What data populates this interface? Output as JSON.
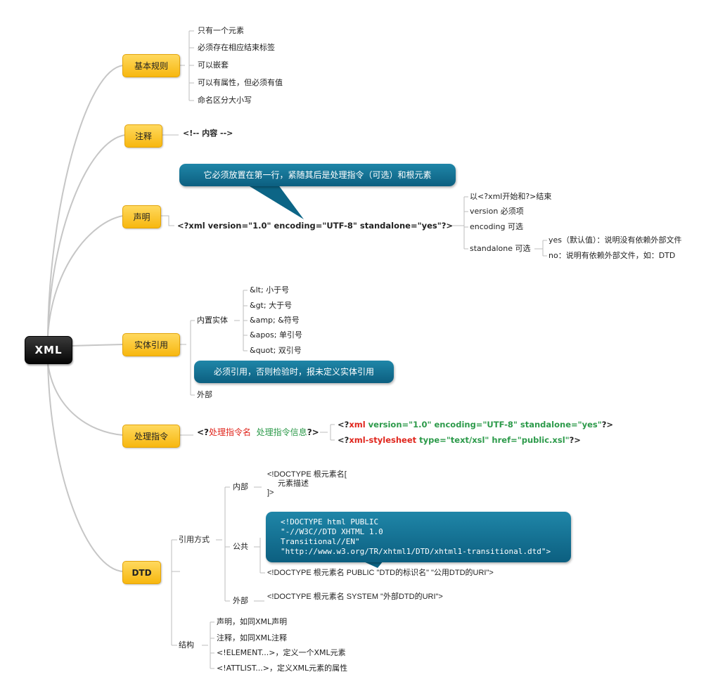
{
  "root": "XML",
  "topics": {
    "basic": "基本规则",
    "comment": "注释",
    "declaration": "声明",
    "entity": "实体引用",
    "pi": "处理指令",
    "dtd": "DTD"
  },
  "basic_rules": [
    "只有一个元素",
    "必须存在相应结束标签",
    "可以嵌套",
    "可以有属性，但必须有值",
    "命名区分大小写"
  ],
  "comment_syntax": "<!-- 内容 -->",
  "declaration": {
    "callout": "它必须放置在第一行，紧随其后是处理指令（可选）和根元素",
    "example": "<?xml version=\"1.0\" encoding=\"UTF-8\" standalone=\"yes\"?>",
    "items": [
      "以<?xml开始和?>结束",
      "version 必须项",
      "encoding 可选",
      "standalone 可选"
    ],
    "standalone_options": [
      "yes（默认值）：说明没有依赖外部文件",
      "no：说明有依赖外部文件，如：DTD"
    ]
  },
  "entity": {
    "builtin_label": "内置实体",
    "builtin": [
      "&lt; 小于号",
      "&gt; 大于号",
      "&amp; &符号",
      "&apos; 单引号",
      "&quot; 双引号"
    ],
    "callout": "必须引用，否则检验时，报未定义实体引用",
    "external_label": "外部"
  },
  "pi": {
    "syntax_open": "<?",
    "syntax_name": "处理指令名",
    "syntax_info": "处理指令信息",
    "syntax_close": "?>",
    "examples": [
      {
        "open": "<?",
        "name": "xml",
        "attrs": "version=\"1.0\" encoding=\"UTF-8\" standalone=\"yes\"",
        "close": "?>"
      },
      {
        "open": "<?",
        "name": "xml-stylesheet",
        "attrs": "type=\"text/xsl\" href=\"public.xsl\"",
        "close": "?>"
      }
    ]
  },
  "dtd": {
    "ref_label": "引用方式",
    "internal_label": "内部",
    "internal_lines": [
      "<!DOCTYPE 根元素名[",
      "元素描述",
      "]>"
    ],
    "public_label": "公共",
    "public_callout": [
      "<!DOCTYPE html PUBLIC",
      "\"-//W3C//DTD XHTML 1.0",
      "Transitional//EN\"",
      "\"http://www.w3.org/TR/xhtml1/DTD/xhtml1-transitional.dtd\">"
    ],
    "public_syntax": "<!DOCTYPE 根元素名 PUBLIC \"DTD的标识名\" \"公用DTD的URI\">",
    "external_label": "外部",
    "external_syntax": "<!DOCTYPE 根元素名 SYSTEM \"外部DTD的URI\">",
    "structure_label": "结构",
    "structure_items": [
      "声明，如同XML声明",
      "注释，如同XML注释",
      "<!ELEMENT...>，定义一个XML元素",
      "<!ATTLIST...>，定义XML元素的属性"
    ]
  }
}
